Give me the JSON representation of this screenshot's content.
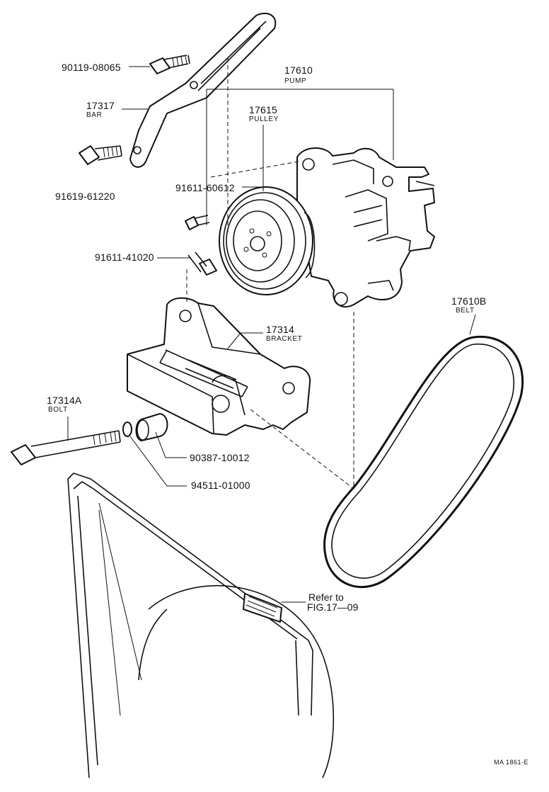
{
  "parts": {
    "p90119_08065": {
      "number": "90119-08065"
    },
    "p17317": {
      "number": "17317",
      "name": "BAR"
    },
    "p91619_61220": {
      "number": "91619-61220"
    },
    "p17610": {
      "number": "17610",
      "name": "PUMP"
    },
    "p17615": {
      "number": "17615",
      "name": "PULLEY"
    },
    "p91611_60612": {
      "number": "91611-60612"
    },
    "p91611_41020": {
      "number": "91611-41020"
    },
    "p17610B": {
      "number": "17610B",
      "name": "BELT"
    },
    "p17314": {
      "number": "17314",
      "name": "BRACKET"
    },
    "p17314A": {
      "number": "17314A",
      "name": "BOLT"
    },
    "p90387_10012": {
      "number": "90387-10012"
    },
    "p94511_01000": {
      "number": "94511-01000"
    }
  },
  "reference": {
    "line1": "Refer to",
    "line2": "FIG.17—09"
  },
  "figure_code": "MA  1861-E"
}
